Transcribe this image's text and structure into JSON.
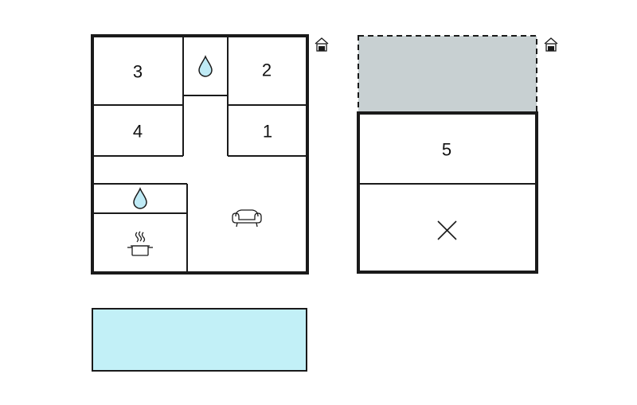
{
  "colors": {
    "wall": "#1a1a1a",
    "background": "#ffffff",
    "water": "#bfeaf5",
    "terrace": "#c8d0d2",
    "pool": "#c2f0f7",
    "pool_border": "#1a1a1a"
  },
  "house": {
    "rooms": [
      {
        "id": "bedroom-3",
        "label": "3"
      },
      {
        "id": "bedroom-2",
        "label": "2"
      },
      {
        "id": "bedroom-4",
        "label": "4"
      },
      {
        "id": "bedroom-1",
        "label": "1"
      }
    ],
    "icons": [
      "bathroom-water-drop-icon",
      "toilet-water-drop-icon",
      "kitchen-pot-icon",
      "living-room-sofa-icon",
      "house-entrance-icon"
    ]
  },
  "annex": {
    "rooms": [
      {
        "id": "bedroom-5",
        "label": "5"
      }
    ],
    "icons": [
      "empty-room-cross-icon",
      "annex-entrance-icon",
      "covered-terrace-area"
    ]
  },
  "pool": {
    "icons": [
      "swimming-pool-area"
    ]
  }
}
